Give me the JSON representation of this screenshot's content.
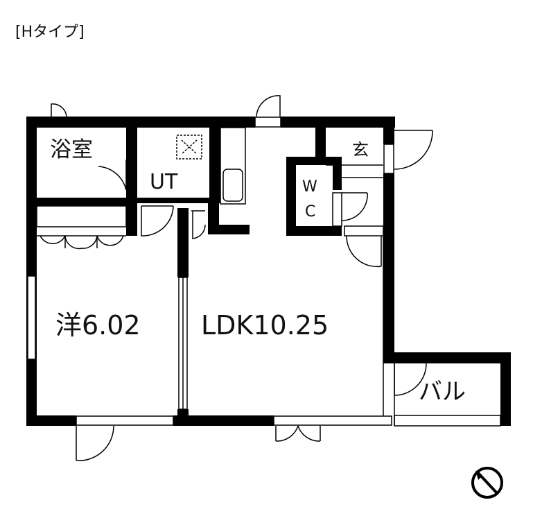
{
  "title": "[Hタイプ]",
  "rooms": {
    "bath": "浴室",
    "utility": "UT",
    "entrance": "玄",
    "wc_w": "W",
    "wc_c": "C",
    "western": "洋6.02",
    "ldk": "LDK10.25",
    "balcony": "バル"
  },
  "compass": {
    "icon": "north-arrow-icon"
  }
}
